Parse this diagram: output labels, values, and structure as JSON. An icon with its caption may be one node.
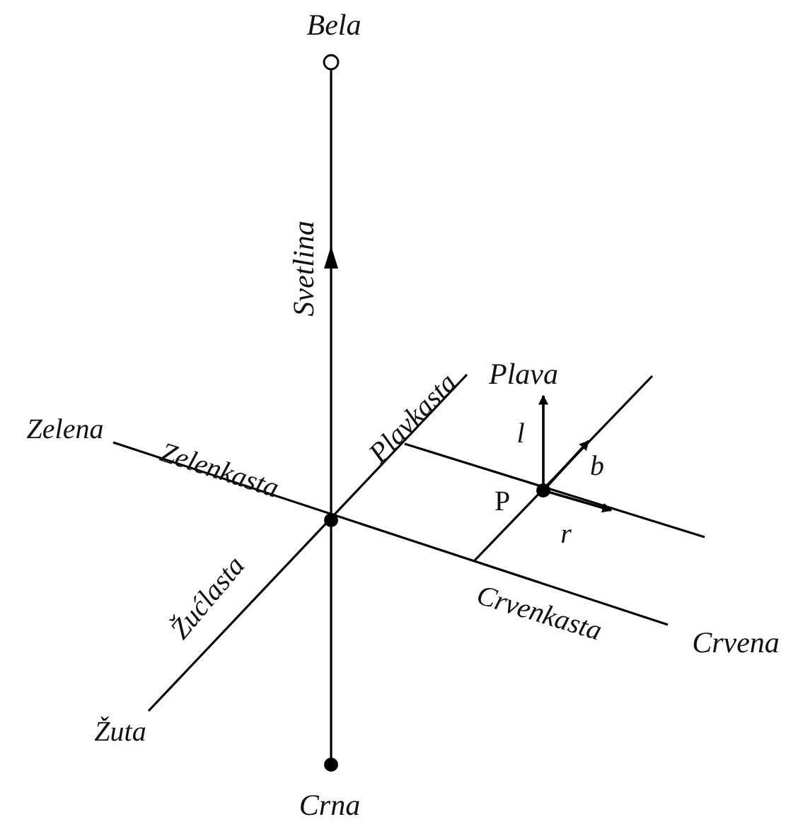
{
  "diagram": {
    "labels": [
      "Bela",
      "Svetlina",
      "Plavkasta",
      "Plava",
      "Zelena",
      "Zelenkasta",
      "l",
      "b",
      "P",
      "r",
      "Žućlasta",
      "Crvenkasta",
      "Crvena",
      "Žuta",
      "Crna"
    ]
  }
}
